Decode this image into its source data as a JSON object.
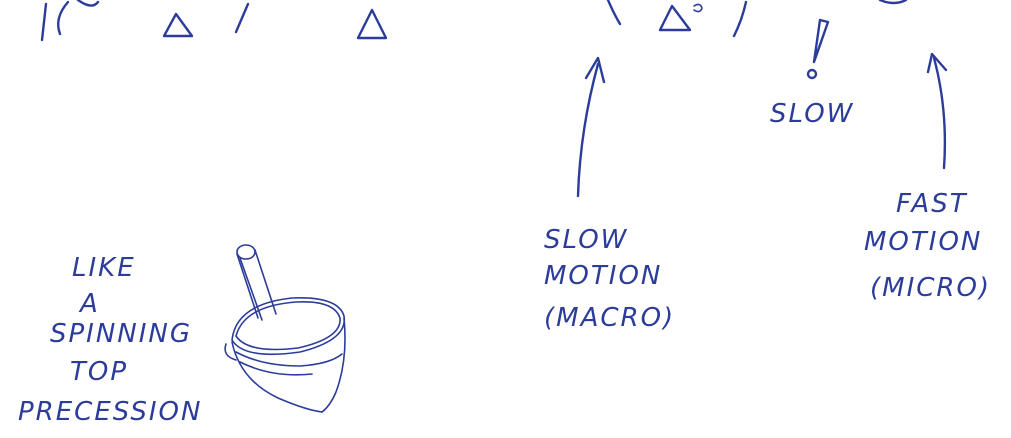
{
  "annotations": {
    "slow_center": "SLOW",
    "slow_motion": [
      "SLOW",
      "MOTION",
      "(MACRO)"
    ],
    "fast_motion": [
      "FAST",
      "MOTION",
      "(MICRO)"
    ],
    "spinning_top": [
      "LIKE",
      "A",
      "SPINNING",
      "TOP",
      "PRECESSION"
    ]
  },
  "colors": {
    "ink": "#2c3c9a",
    "background": "#ffffff"
  }
}
